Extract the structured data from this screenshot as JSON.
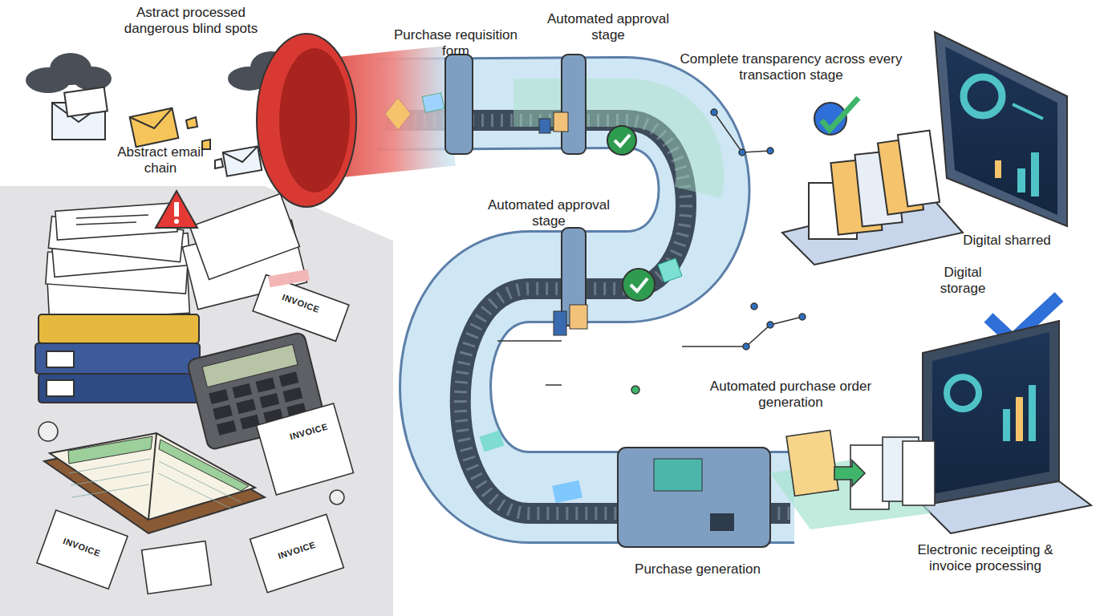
{
  "diagram": {
    "labels": [
      "Astract processed dangerous blind spots",
      "Abstract email chain",
      "Purchase requisition form",
      "Automated approval stage",
      "Complete transparency across every transaction stage",
      "Automated approval stage",
      "Digital sharred",
      "Digital storage",
      "Automated purchase order generation",
      "Purchase generation",
      "Electronic receipting & invoice processing",
      "INVOICE",
      "INVOICE",
      "INVOICE",
      "INVOICE"
    ]
  }
}
